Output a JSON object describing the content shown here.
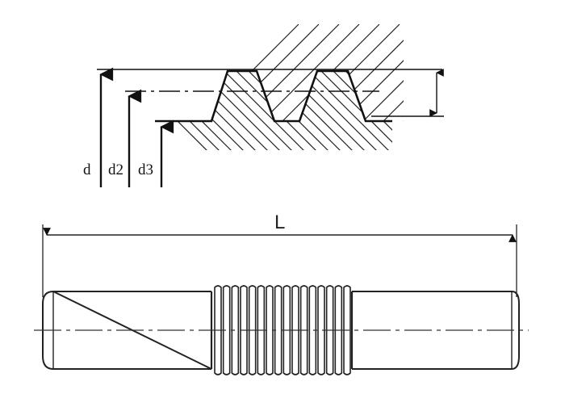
{
  "labels": {
    "d": "d",
    "d2": "d2",
    "d3": "d3",
    "length": "L"
  },
  "colors": {
    "stroke": "#111111",
    "background": "#ffffff"
  }
}
